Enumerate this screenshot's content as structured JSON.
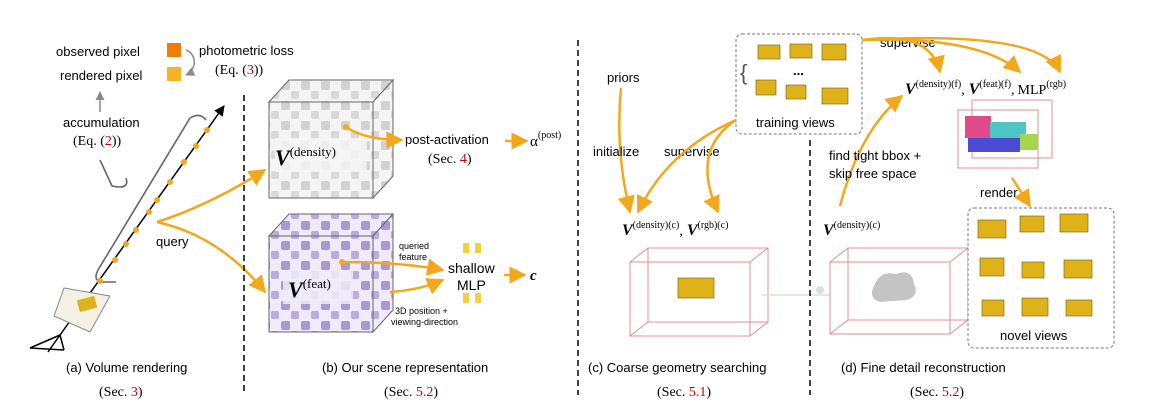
{
  "panel_a": {
    "observed_pixel": "observed pixel",
    "rendered_pixel": "rendered pixel",
    "photometric_loss": "photometric loss",
    "photometric_eq_open": "(Eq. (",
    "photometric_eq_num": "3",
    "photometric_eq_close": "))",
    "accumulation": "accumulation",
    "accumulation_eq_open": "(Eq. (",
    "accumulation_eq_num": "2",
    "accumulation_eq_close": "))",
    "query": "query",
    "caption": "(a) Volume rendering",
    "caption_ref_open": "(Sec. ",
    "caption_ref_num": "3",
    "caption_ref_close": ")"
  },
  "panel_b": {
    "v_density_base": "V",
    "v_density_sup": "(density)",
    "v_feat_base": "V",
    "v_feat_sup": "(feat)",
    "post_activation": "post-activation",
    "post_activation_ref_open": "(Sec. ",
    "post_activation_ref_num": "4",
    "post_activation_ref_close": ")",
    "alpha_base": "α",
    "alpha_sup": "(post)",
    "queried_feature_l1": "queried",
    "queried_feature_l2": "feature",
    "position_dir_l1": "3D position +",
    "position_dir_l2": "viewing-direction",
    "mlp_l1": "shallow",
    "mlp_l2": "MLP",
    "output_c": "c",
    "caption": "(b) Our scene representation",
    "caption_ref_open": "(Sec. ",
    "caption_ref_num": "5.2",
    "caption_ref_close": ")"
  },
  "panel_c": {
    "priors": "priors",
    "initialize": "initialize",
    "supervise": "supervise",
    "training_views": "training views",
    "ellipsis": "...",
    "v_density_base": "V",
    "v_density_sup": "(density)(c)",
    "sep": ",",
    "v_rgb_base": "V",
    "v_rgb_sup": "(rgb)(c)",
    "caption": "(c) Coarse geometry searching",
    "caption_ref_open": "(Sec. ",
    "caption_ref_num": "5.1",
    "caption_ref_close": ")"
  },
  "panel_d": {
    "supervise": "supervise",
    "find_bbox_l1": "find tight bbox +",
    "find_bbox_l2": "skip free space",
    "v_density_c_base": "V",
    "v_density_c_sup": "(density)(c)",
    "v_density_f_base": "V",
    "v_density_f_sup": "(density)(f)",
    "v_feat_f_base": "V",
    "v_feat_f_sup": "(feat)(f)",
    "mlp_rgb_base": "MLP",
    "mlp_rgb_sup": "(rgb)",
    "sep": ",",
    "render": "render",
    "novel_views": "novel views",
    "caption": "(d) Fine detail reconstruction",
    "caption_ref_open": "(Sec. ",
    "caption_ref_num": "5.2",
    "caption_ref_close": ")"
  },
  "colors": {
    "arrow": "#f3a81c",
    "observed": "#f07c0a",
    "rendered": "#f7b324",
    "ref_red": "#cc0000",
    "density_cube": "#d8d8d8",
    "feat_cube": "#b7a8dc",
    "bbox": "#e38f8f",
    "excavator": "#e0b21a"
  }
}
